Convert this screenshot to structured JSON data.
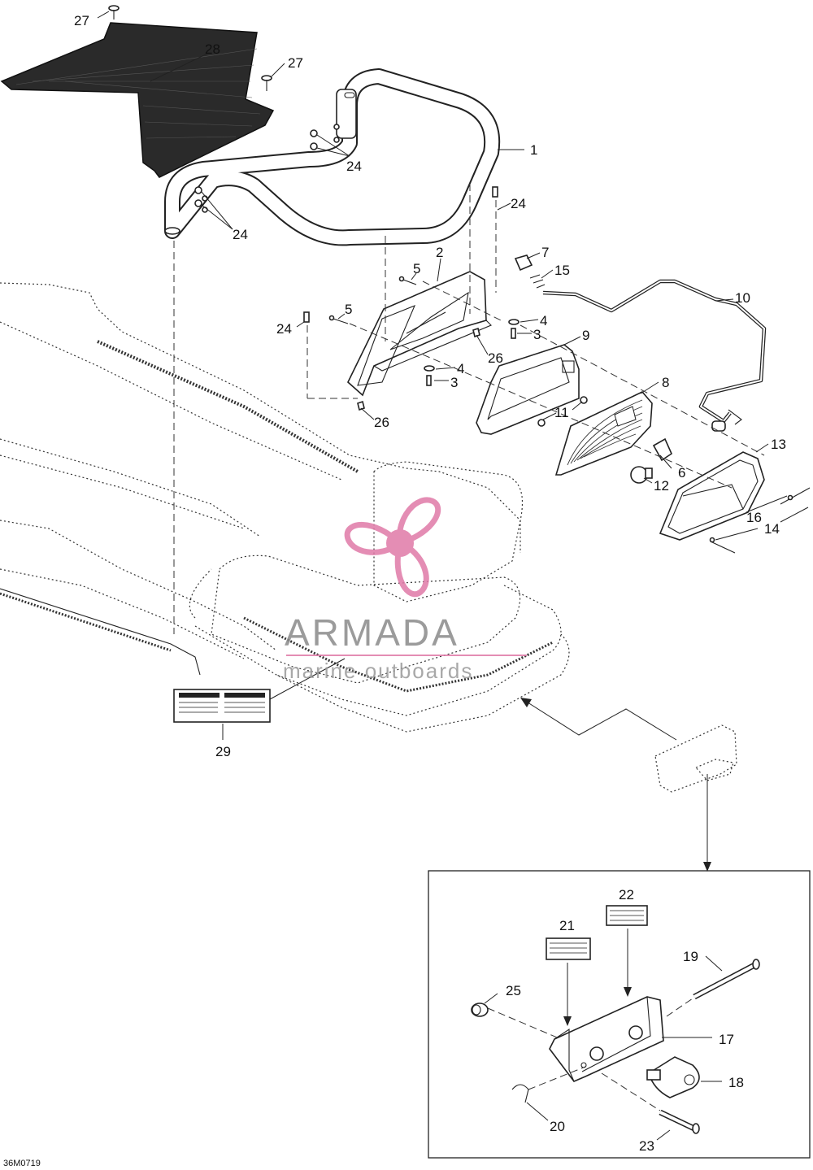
{
  "figure_code": "36M0719",
  "watermark": {
    "brand": "ARMADA",
    "tagline": "marine outboards",
    "accent_color": "#e07aa8"
  },
  "callouts": [
    {
      "id": "c27a",
      "text": "27"
    },
    {
      "id": "c28",
      "text": "28"
    },
    {
      "id": "c27b",
      "text": "27"
    },
    {
      "id": "c1",
      "text": "1"
    },
    {
      "id": "c24a",
      "text": "24"
    },
    {
      "id": "c24b",
      "text": "24"
    },
    {
      "id": "c24c",
      "text": "24"
    },
    {
      "id": "c2",
      "text": "2"
    },
    {
      "id": "c5a",
      "text": "5"
    },
    {
      "id": "c5b",
      "text": "5"
    },
    {
      "id": "c24d",
      "text": "24"
    },
    {
      "id": "c7",
      "text": "7"
    },
    {
      "id": "c15",
      "text": "15"
    },
    {
      "id": "c10",
      "text": "10"
    },
    {
      "id": "c4a",
      "text": "4"
    },
    {
      "id": "c3a",
      "text": "3"
    },
    {
      "id": "c9",
      "text": "9"
    },
    {
      "id": "c26a",
      "text": "26"
    },
    {
      "id": "c4b",
      "text": "4"
    },
    {
      "id": "c3b",
      "text": "3"
    },
    {
      "id": "c8",
      "text": "8"
    },
    {
      "id": "c11",
      "text": "11"
    },
    {
      "id": "c26b",
      "text": "26"
    },
    {
      "id": "c13",
      "text": "13"
    },
    {
      "id": "c6",
      "text": "6"
    },
    {
      "id": "c12",
      "text": "12"
    },
    {
      "id": "c16",
      "text": "16"
    },
    {
      "id": "c14",
      "text": "14"
    },
    {
      "id": "c29",
      "text": "29"
    },
    {
      "id": "c22",
      "text": "22"
    },
    {
      "id": "c21",
      "text": "21"
    },
    {
      "id": "c19",
      "text": "19"
    },
    {
      "id": "c25",
      "text": "25"
    },
    {
      "id": "c17",
      "text": "17"
    },
    {
      "id": "c18",
      "text": "18"
    },
    {
      "id": "c20",
      "text": "20"
    },
    {
      "id": "c23",
      "text": "23"
    }
  ]
}
